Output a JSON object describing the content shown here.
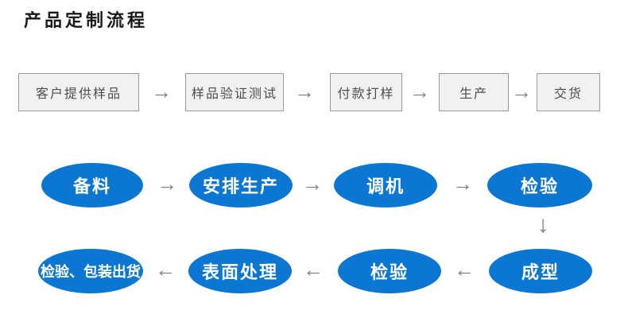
{
  "title": "产品定制流程",
  "top_flow": [
    "客户提供样品",
    "样品验证测试",
    "付款打样",
    "生产",
    "交货"
  ],
  "middle_flow": [
    "备料",
    "安排生产",
    "调机",
    "检验"
  ],
  "bottom_flow": [
    "成型",
    "检验",
    "表面处理",
    "检验、包装出货"
  ],
  "arrows": {
    "right": "→",
    "left": "←",
    "down": "↓"
  },
  "colors": {
    "node_blue": "#0b77d2",
    "node_text": "#ffffff",
    "box_fill": "#f1f1f1",
    "box_border": "#999999",
    "box_text": "#4d4d4d",
    "arrow_gray": "#7d7d7d",
    "title_text": "#1a1a1a",
    "background": "#ffffff"
  }
}
